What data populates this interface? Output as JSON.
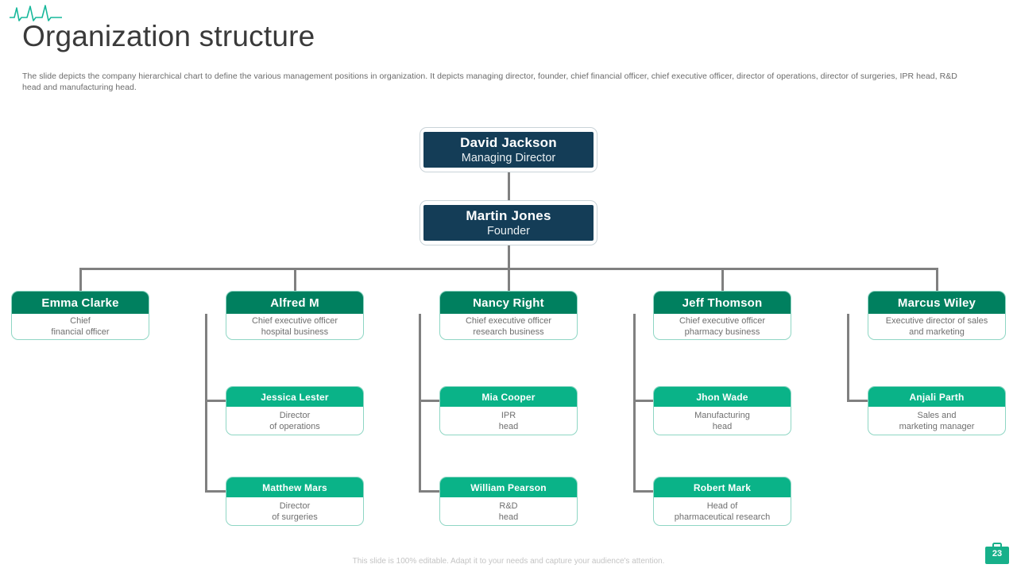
{
  "header": {
    "logo_icon": "ecg-heartbeat-icon",
    "title": "Organization structure",
    "subtitle": "The slide depicts the company hierarchical chart to define the various management positions in organization. It depicts managing director, founder, chief financial officer, chief executive officer,  director of operations, director of surgeries, IPR head, R&D head and manufacturing head."
  },
  "colors": {
    "navy": "#143d57",
    "green_dark": "#00805f",
    "green_bright": "#0ab388",
    "card_border": "#8fd6c4",
    "wire": "#808080",
    "accent_teal": "#17b89b"
  },
  "chart_data": {
    "type": "org-chart",
    "title": "Organization structure",
    "top": [
      {
        "name": "David Jackson",
        "role": "Managing Director",
        "style": "navy"
      },
      {
        "name": "Martin Jones",
        "role": "Founder",
        "style": "navy"
      }
    ],
    "columns": [
      {
        "lead": {
          "name": "Emma Clarke",
          "role_line1": "Chief",
          "role_line2": "financial officer"
        },
        "subs": []
      },
      {
        "lead": {
          "name": "Alfred M",
          "role_line1": "Chief executive officer",
          "role_line2": "hospital business"
        },
        "subs": [
          {
            "name": "Jessica Lester",
            "role_line1": "Director",
            "role_line2": "of operations"
          },
          {
            "name": "Matthew Mars",
            "role_line1": "Director",
            "role_line2": "of surgeries"
          }
        ]
      },
      {
        "lead": {
          "name": "Nancy Right",
          "role_line1": "Chief executive officer",
          "role_line2": "research business"
        },
        "subs": [
          {
            "name": "Mia Cooper",
            "role_line1": "IPR",
            "role_line2": "head"
          },
          {
            "name": "William Pearson",
            "role_line1": "R&D",
            "role_line2": "head"
          }
        ]
      },
      {
        "lead": {
          "name": "Jeff Thomson",
          "role_line1": "Chief executive officer",
          "role_line2": "pharmacy business"
        },
        "subs": [
          {
            "name": "Jhon Wade",
            "role_line1": "Manufacturing",
            "role_line2": "head"
          },
          {
            "name": "Robert Mark",
            "role_line1": "Head of",
            "role_line2": "pharmaceutical research"
          }
        ]
      },
      {
        "lead": {
          "name": "Marcus Wiley",
          "role_line1": "Executive director of sales",
          "role_line2": "and marketing"
        },
        "subs": [
          {
            "name": "Anjali Parth",
            "role_line1": "Sales and",
            "role_line2": "marketing manager"
          }
        ]
      }
    ]
  },
  "footer": {
    "note": "This slide is 100% editable. Adapt it to your needs and capture your audience's attention.",
    "page_number": "23",
    "page_icon": "briefcase-icon"
  }
}
